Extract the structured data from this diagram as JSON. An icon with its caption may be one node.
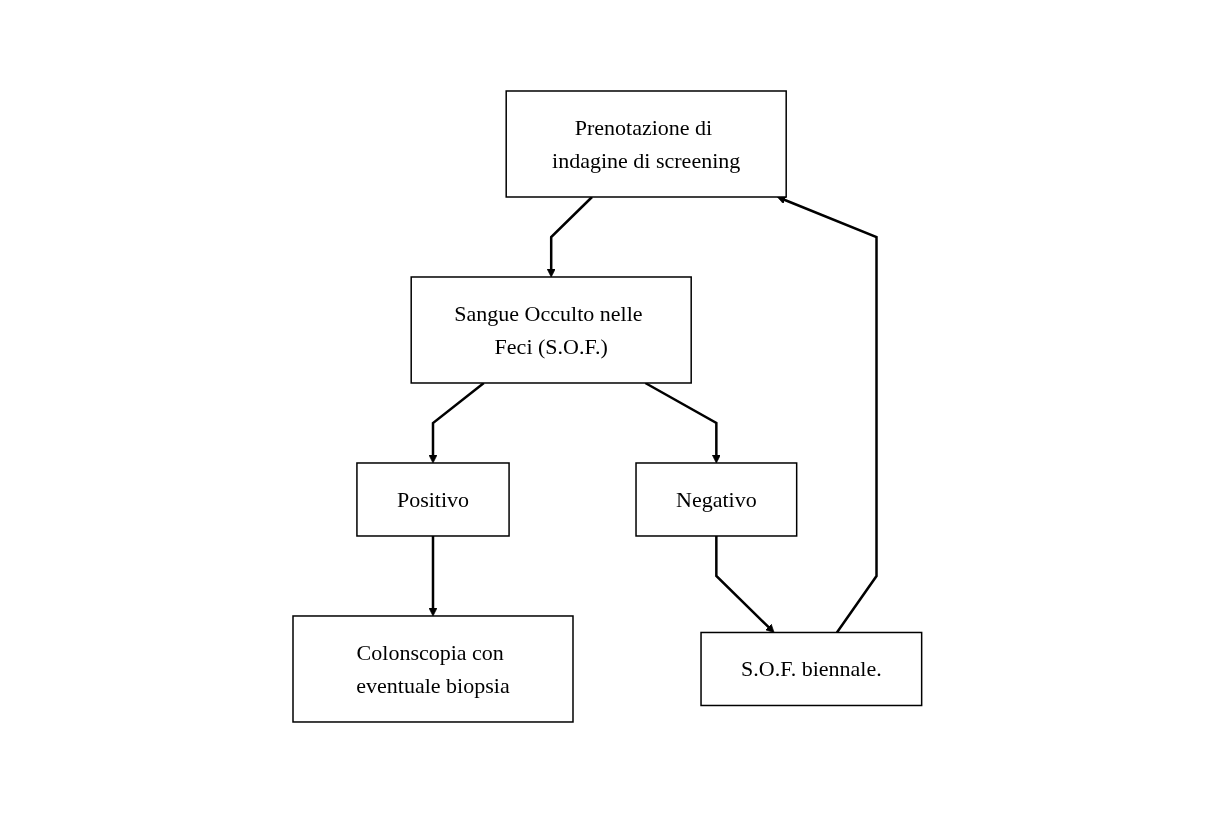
{
  "diagram": {
    "nodes": [
      {
        "text": [
          "Prenotazione di indagine di screening"
        ]
      },
      {
        "text": [
          "Sangue Occulto nelle Feci (S.O.F.)"
        ]
      },
      {
        "text": [
          "Positivo"
        ]
      },
      {
        "text": [
          "Negativo"
        ]
      },
      {
        "text": [
          "Colonscopia con eventuale biopsia"
        ]
      },
      {
        "text": [
          "S.O.F. biennale."
        ]
      }
    ],
    "edges": [
      {
        "from": 0,
        "to": 1,
        "arrow": "to"
      },
      {
        "from": 1,
        "to": 2,
        "arrow": "to"
      },
      {
        "from": 1,
        "to": 3,
        "arrow": "to"
      },
      {
        "from": 2,
        "to": 4,
        "arrow": "to"
      },
      {
        "from": 3,
        "to": 5,
        "arrow": "to"
      },
      {
        "from": 5,
        "to": 0,
        "arrow": "to"
      }
    ]
  }
}
